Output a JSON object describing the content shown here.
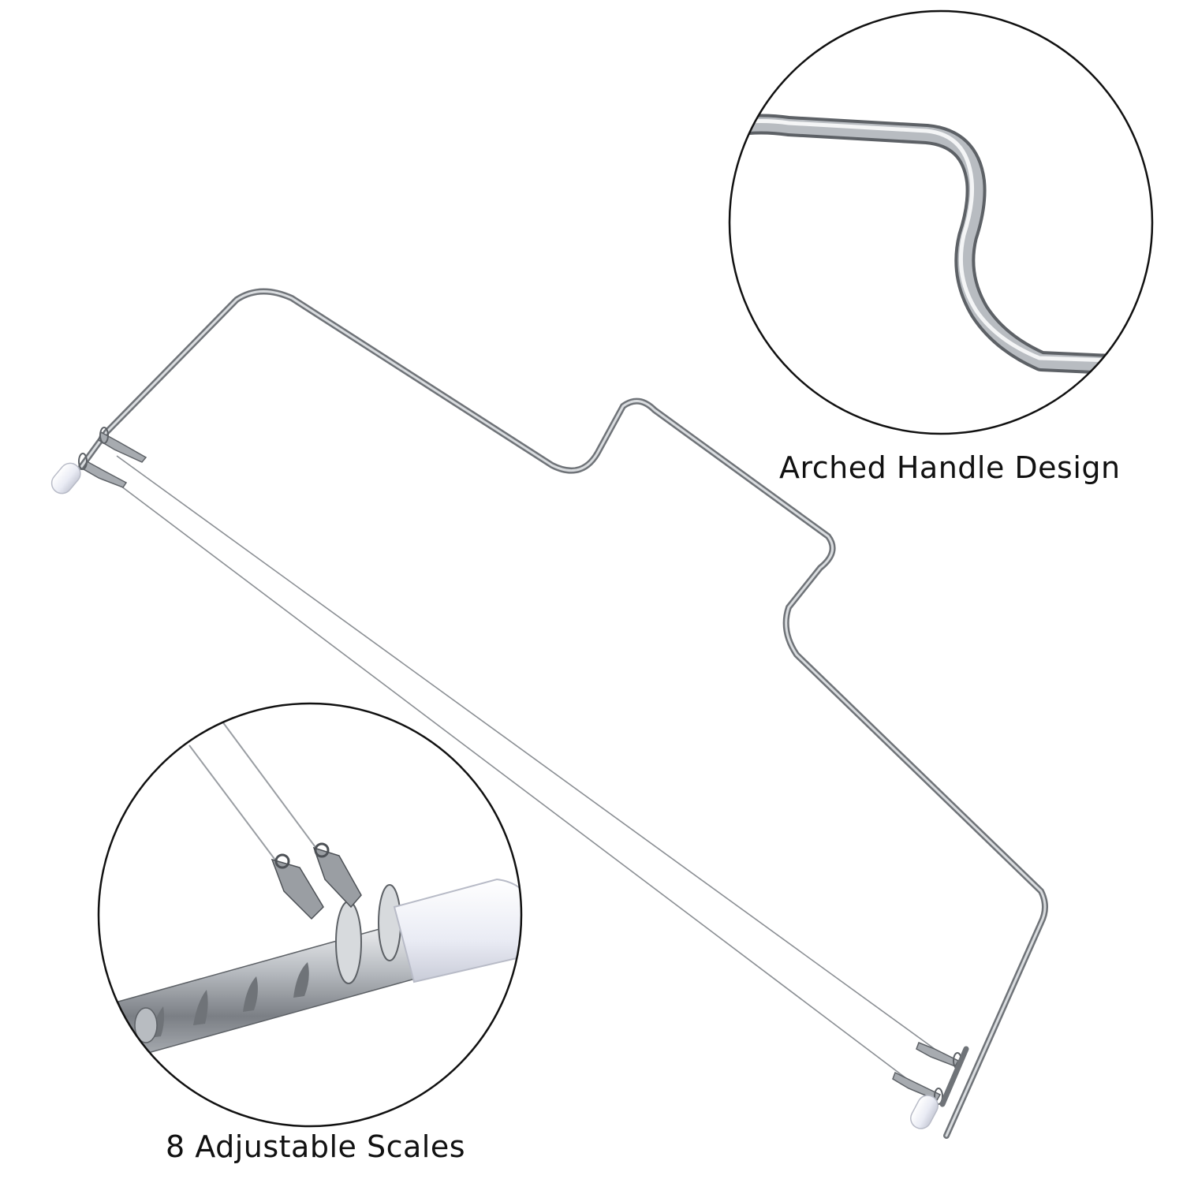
{
  "image": {
    "background_color": "#ffffff",
    "metal_color": "#9a9ea3",
    "cap_color": "#eef0f6",
    "outline_color": "#111111"
  },
  "callouts": [
    {
      "label": "Arched Handle Design",
      "icon": "magnified-handle-bend"
    },
    {
      "label": "8 Adjustable Scales",
      "icon": "magnified-notched-leg"
    }
  ]
}
